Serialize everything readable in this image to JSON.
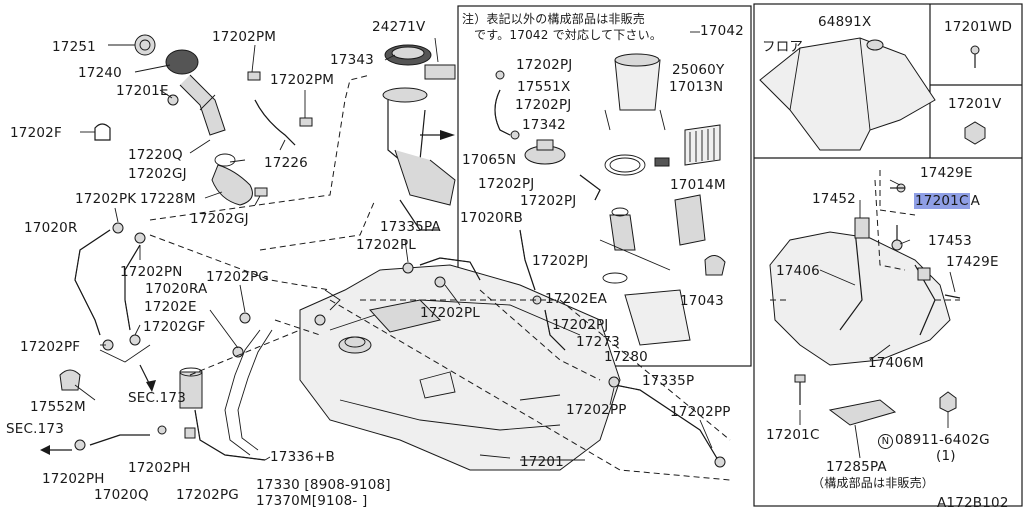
{
  "diagram_id": "A172B102",
  "notes": {
    "inset_note_line1": "注）表記以外の構成部品は非販売",
    "inset_note_line2": "です。17042 で対応して下さい。",
    "not_sold_note": "（構成部品は非販売）"
  },
  "labels": {
    "p17251": "17251",
    "p17240": "17240",
    "p17201E": "17201E",
    "p17202F": "17202F",
    "p17220Q": "17220Q",
    "p17202GJ_a": "17202GJ",
    "p17228M": "17228M",
    "p17202GJ_b": "17202GJ",
    "p17202PM_a": "17202PM",
    "p17202PM_b": "17202PM",
    "p17226": "17226",
    "p17343": "17343",
    "p24271V": "24271V",
    "p17042": "17042",
    "p17202PJ_a": "17202PJ",
    "p17551X": "17551X",
    "p17202PJ_b": "17202PJ",
    "p25060Y": "25060Y",
    "p17013N": "17013N",
    "p17342": "17342",
    "p17065N": "17065N",
    "p17202PJ_c": "17202PJ",
    "p17202PJ_d": "17202PJ",
    "p17014M": "17014M",
    "p17020RB": "17020RB",
    "p17202PJ_e": "17202PJ",
    "p17202EA": "17202EA",
    "p17043": "17043",
    "p17202PJ_f": "17202PJ",
    "p17273": "17273",
    "p17280": "17280",
    "p17202PK": "17202PK",
    "p17020R": "17020R",
    "p17202PN": "17202PN",
    "p17020RA": "17020RA",
    "p17202PG_a": "17202PG",
    "p17202E": "17202E",
    "p17202GF": "17202GF",
    "p17202PF": "17202PF",
    "p17552M": "17552M",
    "sec173_a": "SEC.173",
    "sec173_b": "SEC.173",
    "p17202PH_a": "17202PH",
    "p17202PH_b": "17202PH",
    "p17020Q": "17020Q",
    "p17202PG_b": "17202PG",
    "p17335PA": "17335PA",
    "p17202PL_a": "17202PL",
    "p17202PL_b": "17202PL",
    "p17336B": "17336+B",
    "p17330": "17330 [8908-9108]",
    "p17370M": "17370M[9108-  ]",
    "p17201": "17201",
    "p17335P": "17335P",
    "p17202PP_a": "17202PP",
    "p17202PP_b": "17202PP",
    "p64891X": "64891X",
    "floor": "フロア",
    "p17201WD": "17201WD",
    "p17201V": "17201V",
    "p17429E_a": "17429E",
    "p17452": "17452",
    "p17201CA": "17201C",
    "p17201CA_suffix": "A",
    "p17453": "17453",
    "p17406_a": "17406",
    "p17429E_b": "17429E",
    "p17406M": "17406M",
    "p17201C": "17201C",
    "p08911": "08911-6402G",
    "p08911_qty": "(1)",
    "p08911_prefix": "N",
    "p17285PA": "17285PA"
  },
  "colors": {
    "highlight": "#8f9fe6",
    "line": "#1a1a1a",
    "background": "#ffffff"
  }
}
